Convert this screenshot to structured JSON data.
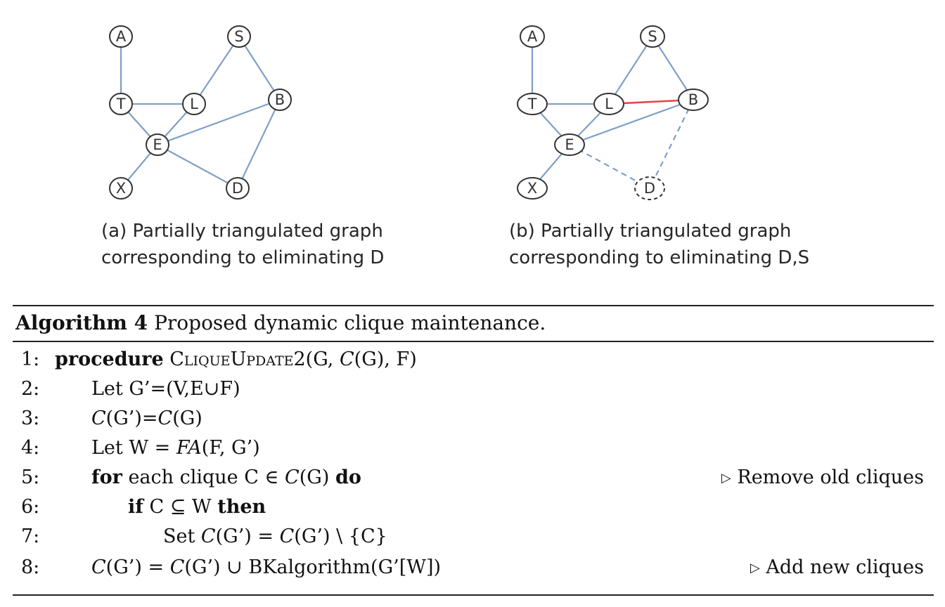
{
  "figure": {
    "panel_a": {
      "nodes": {
        "A": "A",
        "S": "S",
        "T": "T",
        "L": "L",
        "B": "B",
        "E": "E",
        "X": "X",
        "D": "D"
      },
      "caption_line1": "(a) Partially triangulated graph",
      "caption_line2": "corresponding to eliminating D"
    },
    "panel_b": {
      "nodes": {
        "A": "A",
        "S": "S",
        "T": "T",
        "L": "L",
        "B": "B",
        "E": "E",
        "X": "X",
        "D": "D"
      },
      "caption_line1": "(b) Partially triangulated graph",
      "caption_line2": "corresponding to eliminating D,S"
    },
    "colors": {
      "edge": "#7f9fc8",
      "added_edge": "#e04848",
      "node_stroke": "#333333"
    }
  },
  "algorithm": {
    "label": "Algorithm 4",
    "title": "Proposed dynamic clique maintenance.",
    "lines": [
      {
        "num": "1:",
        "kw1": "procedure",
        "name": "CliqueUpdate2",
        "args_a": "(G, ",
        "args_b": "C",
        "args_c": "(G), F)"
      },
      {
        "num": "2:",
        "text": "Let G’=(V,E∪F)"
      },
      {
        "num": "3:",
        "c1": "C",
        "mid": "(G’)=",
        "c2": "C",
        "end": "(G)"
      },
      {
        "num": "4:",
        "a": "Let W = ",
        "fa": "FA",
        "b": "(F, G’)"
      },
      {
        "num": "5:",
        "kw1": "for",
        "a": " each clique C ∈ ",
        "c1": "C",
        "b": "(G) ",
        "kw2": "do",
        "comment_marker": "▷",
        "comment": "Remove old cliques"
      },
      {
        "num": "6:",
        "kw1": "if",
        "a": " C ⊆ W ",
        "kw2": "then"
      },
      {
        "num": "7:",
        "a": "Set ",
        "c1": "C",
        "b": "(G’) = ",
        "c2": "C",
        "c": "(G’) \\ {C}"
      },
      {
        "num": "8:",
        "c1": "C",
        "a": "(G’) = ",
        "c2": "C",
        "b": "(G’) ∪ BKalgorithm(G’[W])",
        "comment_marker": "▷",
        "comment": "Add new cliques"
      }
    ]
  }
}
